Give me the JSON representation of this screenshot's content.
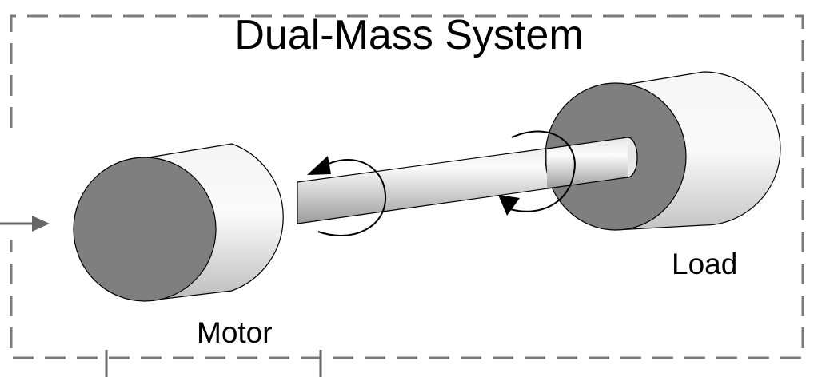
{
  "title": "Dual-Mass System",
  "labels": {
    "motor": "Motor",
    "load": "Load"
  },
  "colors": {
    "frame": "#7a7a7a",
    "mass_face": "#7f7f7f",
    "mass_body_light": "#f2f2f2",
    "mass_body_dark": "#bdbdbd",
    "shaft_light": "#f4f4f4",
    "shaft_dark": "#9a9a9a",
    "arrow": "#000000"
  },
  "icons": [
    "input-arrow-icon",
    "rotation-arrow-icon"
  ]
}
